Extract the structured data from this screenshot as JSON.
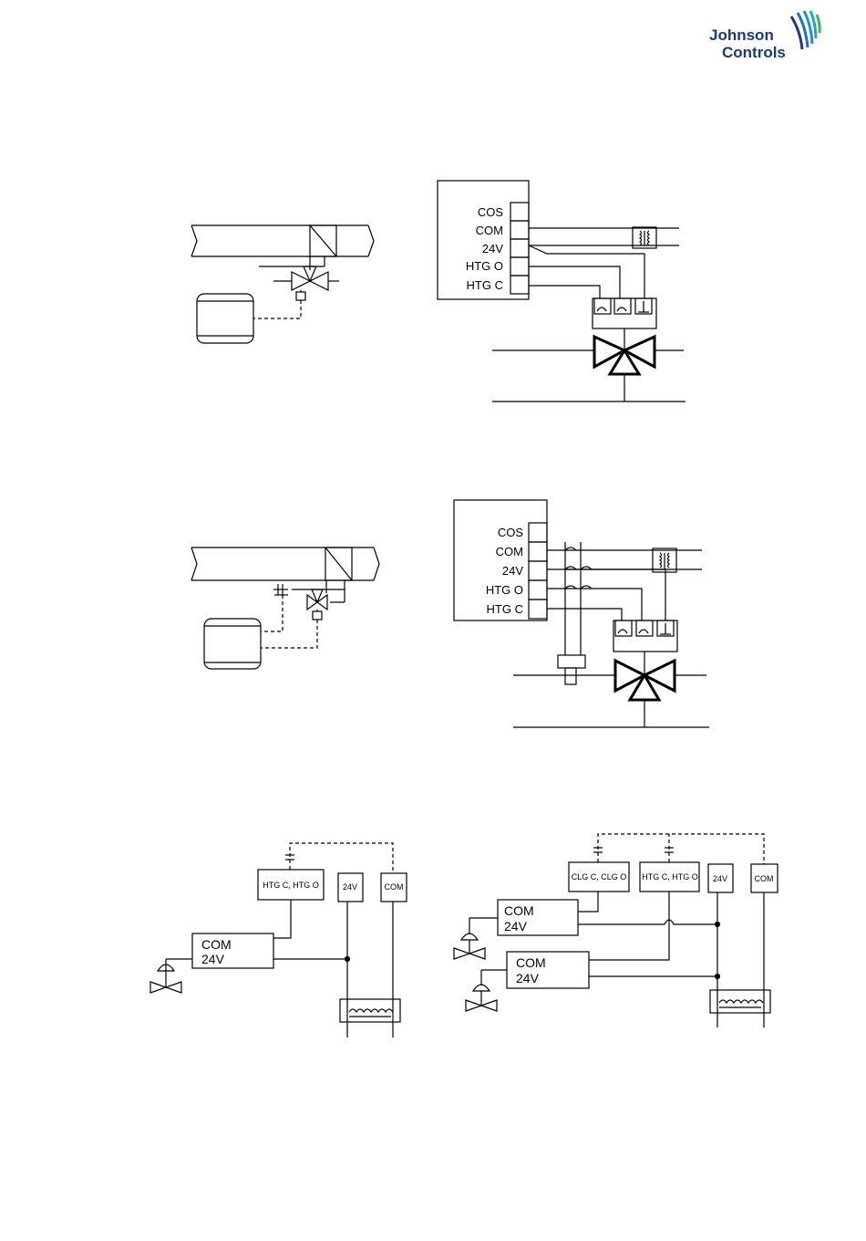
{
  "logo": {
    "line1": "Johnson",
    "line2": "Controls",
    "colors": [
      "#1a3a78",
      "#1d8fd6",
      "#3fb34f"
    ]
  },
  "diagram1": {
    "terminals": [
      "COS",
      "COM",
      "24V",
      "HTG O",
      "HTG C"
    ]
  },
  "diagram2": {
    "terminals": [
      "COS",
      "COM",
      "24V",
      "HTG O",
      "HTG C"
    ]
  },
  "diagram3": {
    "box": "HTG C, HTG O",
    "t24v": "24V",
    "tcom": "COM",
    "ctrl_com": "COM",
    "ctrl_24v": "24V"
  },
  "diagram4": {
    "box1": "CLG C, CLG O",
    "box2": "HTG C, HTG O",
    "t24v": "24V",
    "tcom": "COM",
    "ctrl1_com": "COM",
    "ctrl1_24v": "24V",
    "ctrl2_com": "COM",
    "ctrl2_24v": "24V"
  }
}
